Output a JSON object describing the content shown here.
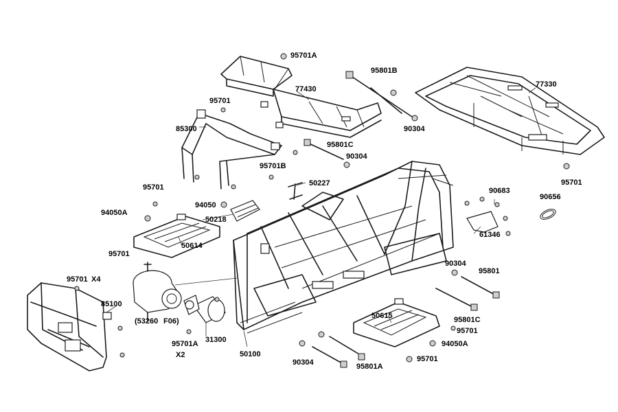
{
  "labels": {
    "l95701A_top": "95701A",
    "l77430": "77430",
    "l95801B": "95801B",
    "l77330": "77330",
    "l95701_a": "95701",
    "l85300": "85300",
    "l90304_a": "90304",
    "l95801C_a": "95801C",
    "l90304_b": "90304",
    "l95701B": "95701B",
    "l50227": "50227",
    "l95701_b": "95701",
    "l94050": "94050",
    "l90683": "90683",
    "l90656": "90656",
    "l95701_right": "95701",
    "l94050A_a": "94050A",
    "l50218": "50218",
    "l61346": "61346",
    "l50614": "50614",
    "l95701_c": "95701",
    "l90304_c": "90304",
    "l95801": "95801",
    "l95701_x4": "95701",
    "l_x4": "X4",
    "l85100": "85100",
    "l53260": "(53260",
    "l_f06": "F06)",
    "l95701A_x2": "95701A",
    "l_x2": "X2",
    "l31300": "31300",
    "l50615": "50615",
    "l95801C_b": "95801C",
    "l95701_d": "95701",
    "l94050A_b": "94050A",
    "l95701_e": "95701",
    "l50100": "50100",
    "l90304_d": "90304",
    "l95801A": "95801A"
  }
}
